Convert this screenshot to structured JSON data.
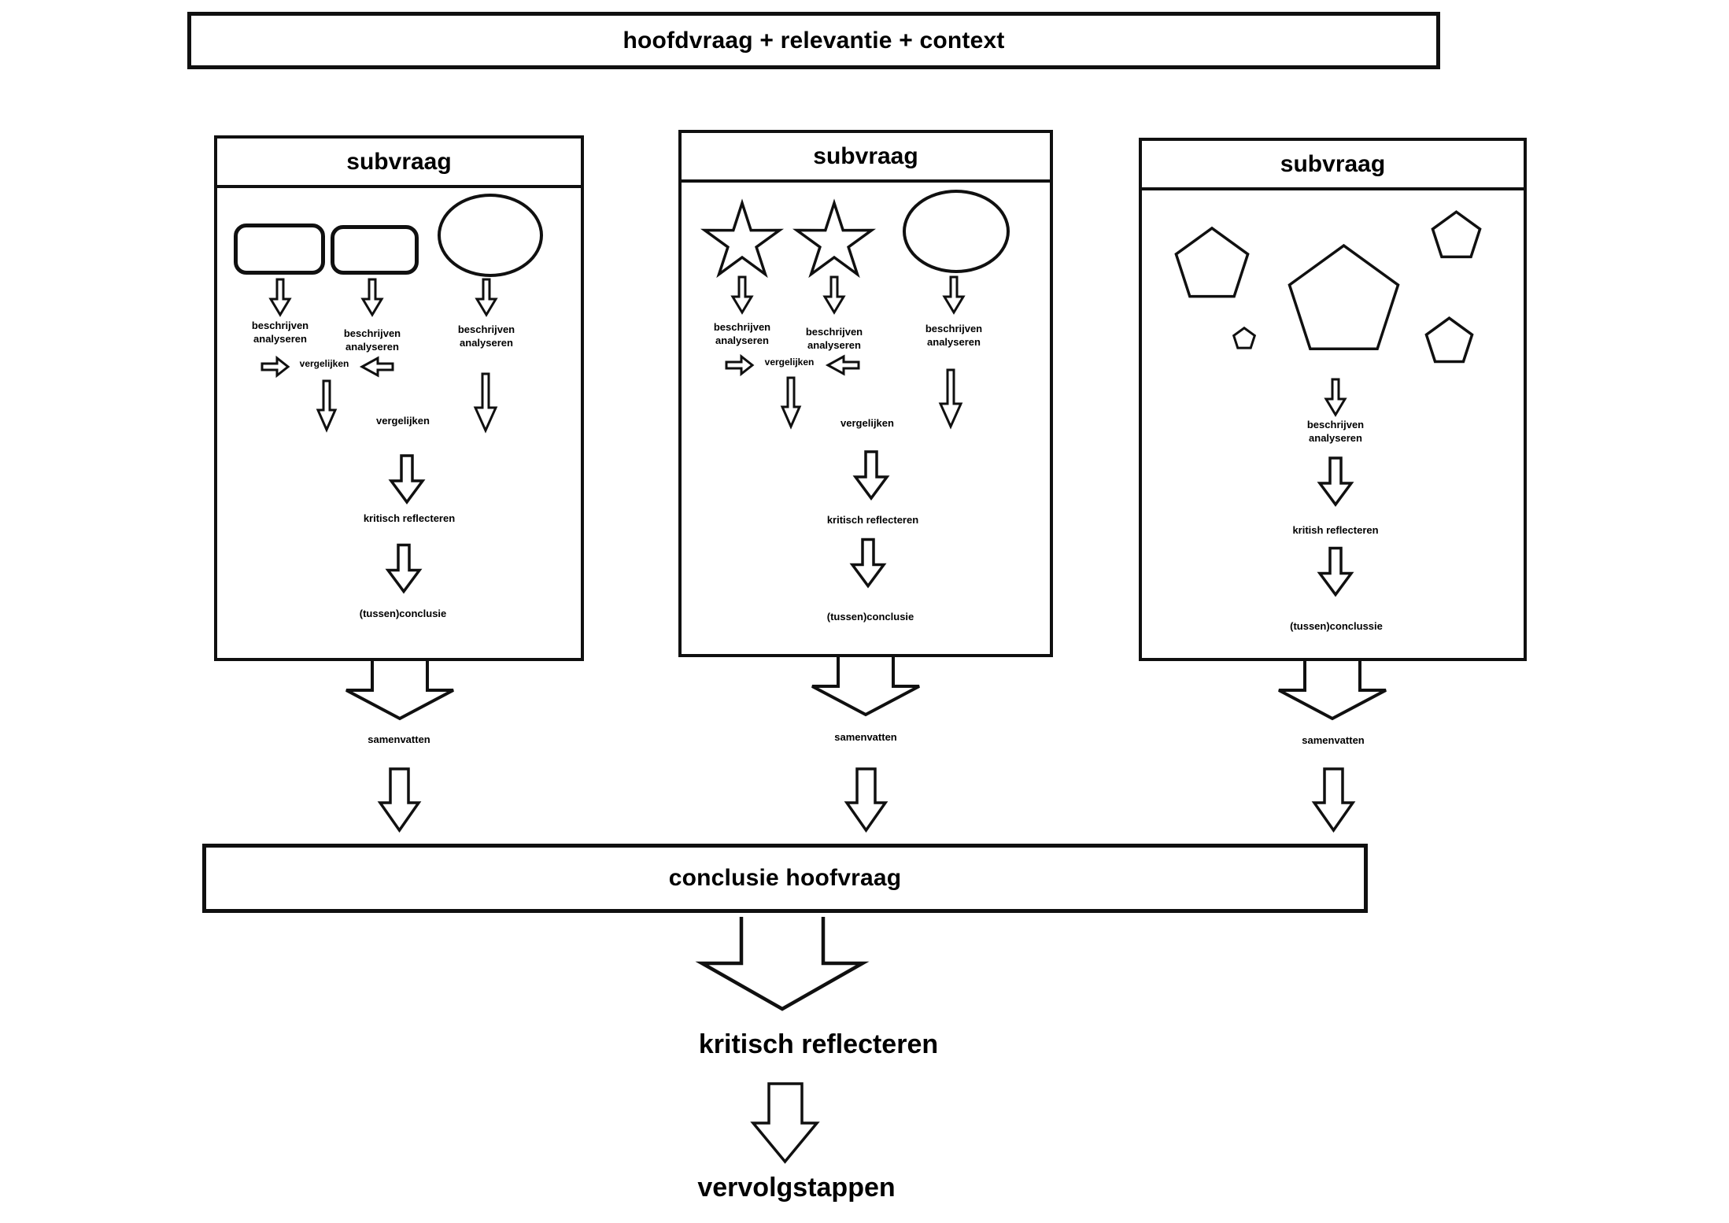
{
  "page": {
    "background": "#ffffff",
    "ink": "#101010"
  },
  "top_bar": {
    "label": "hoofdvraag + relevantie + context"
  },
  "subvraag_boxes": [
    {
      "header": "subvraag",
      "shapes": [
        "rounded-rectangle",
        "rounded-rectangle",
        "ellipse"
      ],
      "columns": [
        {
          "label": "beschrijven\nanalyseren"
        },
        {
          "label": "beschrijven\nanalyseren"
        },
        {
          "label": "beschrijven\nanalyseren"
        }
      ],
      "compare_inline": "vergelijken",
      "compare_center": "vergelijken",
      "reflect": "kritisch reflecteren",
      "conclusion": "(tussen)conclusie",
      "summarize": "samenvatten"
    },
    {
      "header": "subvraag",
      "shapes": [
        "star",
        "star",
        "ellipse"
      ],
      "columns": [
        {
          "label": "beschrijven\nanalyseren"
        },
        {
          "label": "beschrijven\nanalyseren"
        },
        {
          "label": "beschrijven\nanalyseren"
        }
      ],
      "compare_inline": "vergelijken",
      "compare_center": "vergelijken",
      "reflect": "kritisch reflecteren",
      "conclusion": "(tussen)conclusie",
      "summarize": "samenvatten"
    },
    {
      "header": "subvraag",
      "shapes": [
        "pentagon-medium",
        "pentagon-large",
        "pentagon-small",
        "pentagon-tiny",
        "pentagon-small"
      ],
      "describe": "beschrijven\nanalyseren",
      "reflect": "kritish reflecteren",
      "conclusion": "(tussen)conclussie",
      "summarize": "samenvatten"
    }
  ],
  "conclusion_bar": {
    "label": "conclusie hoofvraag"
  },
  "bottom": {
    "reflect": "kritisch reflecteren",
    "next_steps": "vervolgstappen"
  }
}
